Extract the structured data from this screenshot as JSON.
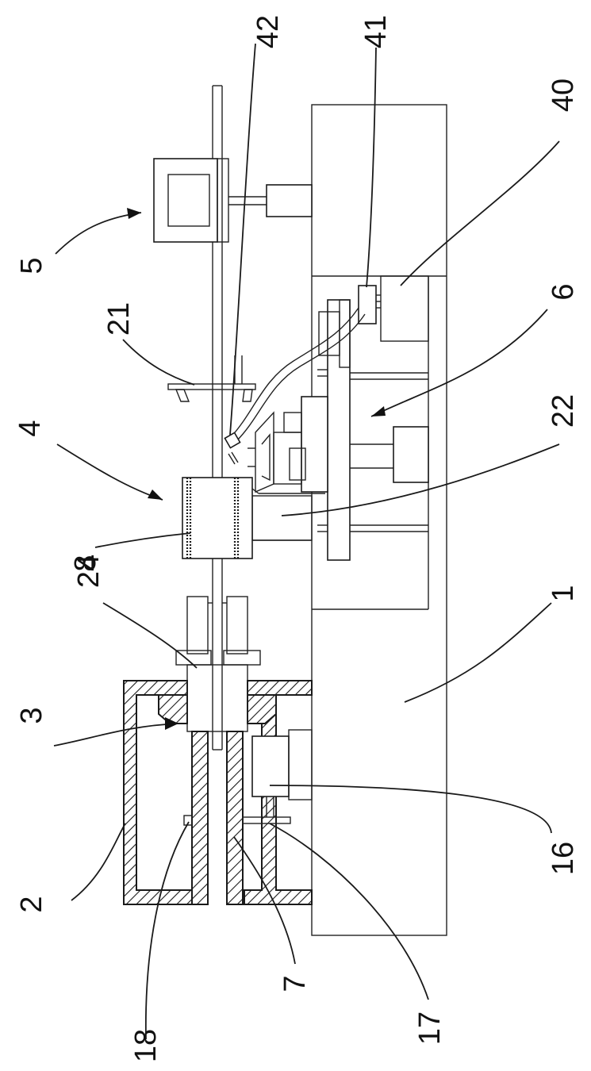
{
  "labels": {
    "l1": "1",
    "l2": "2",
    "l3": "3",
    "l4": "4",
    "l5": "5",
    "l6": "6",
    "l7": "7",
    "l8": "8",
    "l16": "16",
    "l17": "17",
    "l18": "18",
    "l21": "21",
    "l22": "22",
    "l24": "24",
    "l40": "40",
    "l41": "41",
    "l42": "42"
  }
}
